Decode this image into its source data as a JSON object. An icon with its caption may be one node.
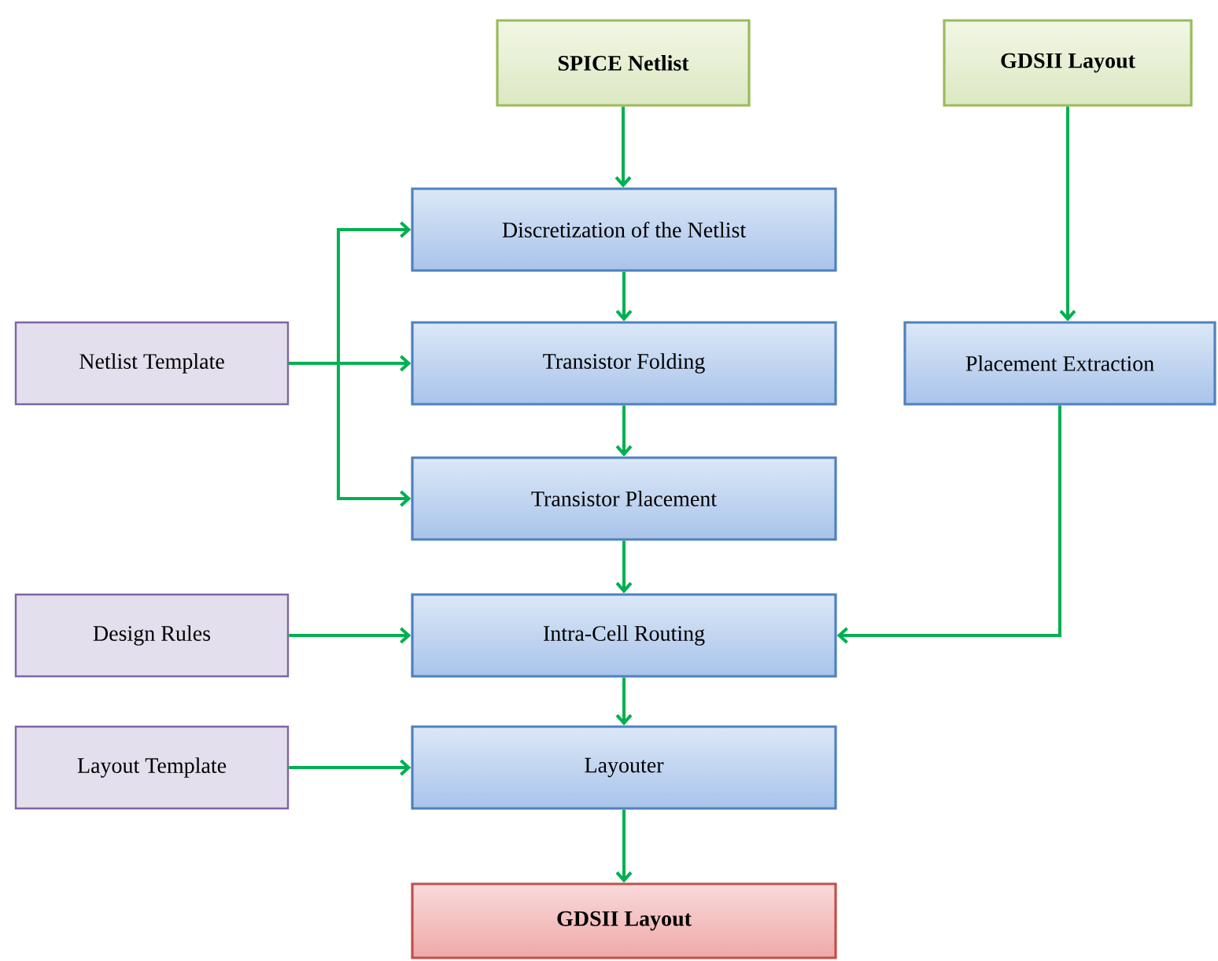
{
  "diagram": {
    "nodes": [
      {
        "text": [
          "SPICE Netlist"
        ]
      },
      {
        "text": [
          "GDSII Layout"
        ]
      },
      {
        "text": [
          "Discretization of the Netlist"
        ]
      },
      {
        "text": [
          "Netlist Template"
        ]
      },
      {
        "text": [
          "Transistor Folding"
        ]
      },
      {
        "text": [
          "Placement Extraction"
        ]
      },
      {
        "text": [
          "Transistor Placement"
        ]
      },
      {
        "text": [
          "Design Rules"
        ]
      },
      {
        "text": [
          "Intra-Cell Routing"
        ]
      },
      {
        "text": [
          "Layout Template"
        ]
      },
      {
        "text": [
          "Layouter"
        ]
      },
      {
        "text": [
          "GDSII Layout"
        ]
      }
    ],
    "edges": [
      {
        "from": 0,
        "to": 2,
        "arrow": "to"
      },
      {
        "from": 2,
        "to": 4,
        "arrow": "to"
      },
      {
        "from": 4,
        "to": 6,
        "arrow": "to"
      },
      {
        "from": 6,
        "to": 8,
        "arrow": "to"
      },
      {
        "from": 8,
        "to": 10,
        "arrow": "to"
      },
      {
        "from": 10,
        "to": 11,
        "arrow": "to"
      },
      {
        "from": 3,
        "to": 2,
        "arrow": "to"
      },
      {
        "from": 3,
        "to": 4,
        "arrow": "to"
      },
      {
        "from": 3,
        "to": 6,
        "arrow": "to"
      },
      {
        "from": 1,
        "to": 5,
        "arrow": "to"
      },
      {
        "from": 5,
        "to": 8,
        "arrow": "to"
      },
      {
        "from": 7,
        "to": 8,
        "arrow": "to"
      },
      {
        "from": 9,
        "to": 10,
        "arrow": "to"
      }
    ]
  }
}
